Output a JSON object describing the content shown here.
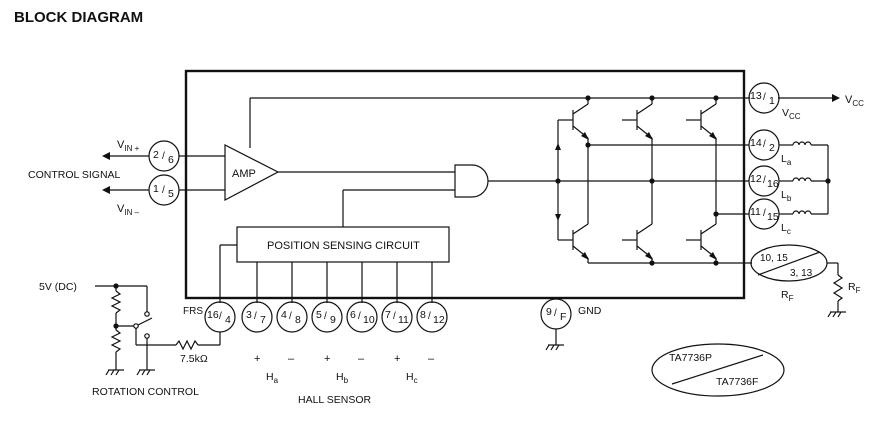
{
  "title": "BLOCK DIAGRAM",
  "labels": {
    "vcc_out": "V",
    "vcc_out_sub": "CC",
    "vcc_pin": "V",
    "vcc_pin_sub": "CC",
    "vin_plus": "V",
    "vin_plus_sub": "IN +",
    "vin_minus": "V",
    "vin_minus_sub": "IN –",
    "control_signal": "CONTROL SIGNAL",
    "amp": "AMP",
    "position_sensing": "POSITION SENSING CIRCUIT",
    "supply_5v": "5V (DC)",
    "resistor_7k5": "7.5kΩ",
    "rotation_control": "ROTATION CONTROL",
    "frs": "FRS",
    "gnd": "GND",
    "hall_sensor": "HALL SENSOR",
    "ha": "H",
    "ha_sub": "a",
    "hb": "H",
    "hb_sub": "b",
    "hc": "H",
    "hc_sub": "c",
    "la": "L",
    "la_sub": "a",
    "lb": "L",
    "lb_sub": "b",
    "lc": "L",
    "lc_sub": "c",
    "rf_label": "R",
    "rf_label_sub": "F",
    "rf_res": "R",
    "rf_res_sub": "F",
    "plus": "+",
    "minus": "–"
  },
  "pins": {
    "vcc": {
      "a": "13",
      "b": "1"
    },
    "vin_plus": {
      "a": "2",
      "b": "6"
    },
    "vin_minus": {
      "a": "1",
      "b": "5"
    },
    "la": {
      "a": "14",
      "b": "2"
    },
    "lb": {
      "a": "12",
      "b": "16"
    },
    "lc": {
      "a": "11",
      "b": "15"
    },
    "rf_top": "10, 15",
    "rf_bottom": "3, 13",
    "frs": {
      "a": "16",
      "b": "4"
    },
    "h1": {
      "a": "3",
      "b": "7"
    },
    "h2": {
      "a": "4",
      "b": "8"
    },
    "h3": {
      "a": "5",
      "b": "9"
    },
    "h4": {
      "a": "6",
      "b": "10"
    },
    "h5": {
      "a": "7",
      "b": "11"
    },
    "h6": {
      "a": "8",
      "b": "12"
    },
    "gnd": {
      "a": "9",
      "b": "F"
    }
  },
  "part_numbers": {
    "top": "TA7736P",
    "bottom": "TA7736F"
  }
}
